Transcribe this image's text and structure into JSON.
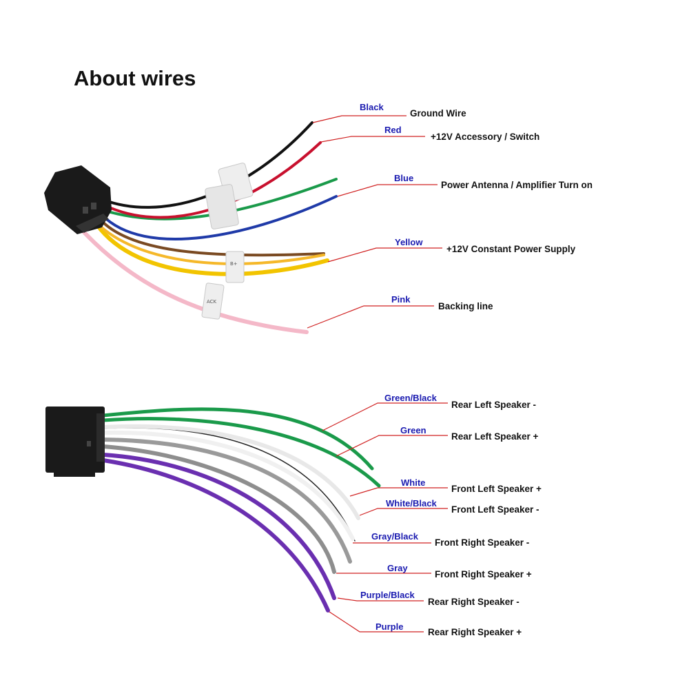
{
  "title": "About wires",
  "colors": {
    "leader": "#d02020",
    "label_color": "#1a1ab0",
    "connector": "#1a1a1a"
  },
  "harness_power": {
    "wires": [
      {
        "color_label": "Black",
        "function": "Ground Wire",
        "stroke": "#111111"
      },
      {
        "color_label": "Red",
        "function": "+12V  Accessory / Switch",
        "stroke": "#c8102e"
      },
      {
        "color_label": "Blue",
        "function": "Power Antenna / Amplifier Turn on",
        "stroke": "#1f3aa8"
      },
      {
        "color_label": "Yellow",
        "function": "+12V Constant Power Supply",
        "stroke": "#f2c400"
      },
      {
        "color_label": "Pink",
        "function": "Backing line",
        "stroke": "#f4b8c8"
      }
    ],
    "tag_texts": [
      "",
      "",
      "B+",
      "ACK"
    ]
  },
  "harness_speaker": {
    "wires": [
      {
        "color_label": "Green/Black",
        "function": "Rear Left Speaker -",
        "stroke": "#1a9a4a"
      },
      {
        "color_label": "Green",
        "function": "Rear Left Speaker +",
        "stroke": "#1a9a4a"
      },
      {
        "color_label": "White",
        "function": "Front Left Speaker +",
        "stroke": "#f2f2f2"
      },
      {
        "color_label": "White/Black",
        "function": "Front Left Speaker -",
        "stroke": "#f2f2f2"
      },
      {
        "color_label": "Gray/Black",
        "function": "Front Right Speaker -",
        "stroke": "#9a9a9a"
      },
      {
        "color_label": "Gray",
        "function": "Front Right Speaker +",
        "stroke": "#9a9a9a"
      },
      {
        "color_label": "Purple/Black",
        "function": "Rear Right Speaker -",
        "stroke": "#6a2fb0"
      },
      {
        "color_label": "Purple",
        "function": "Rear Right Speaker +",
        "stroke": "#6a2fb0"
      }
    ]
  }
}
